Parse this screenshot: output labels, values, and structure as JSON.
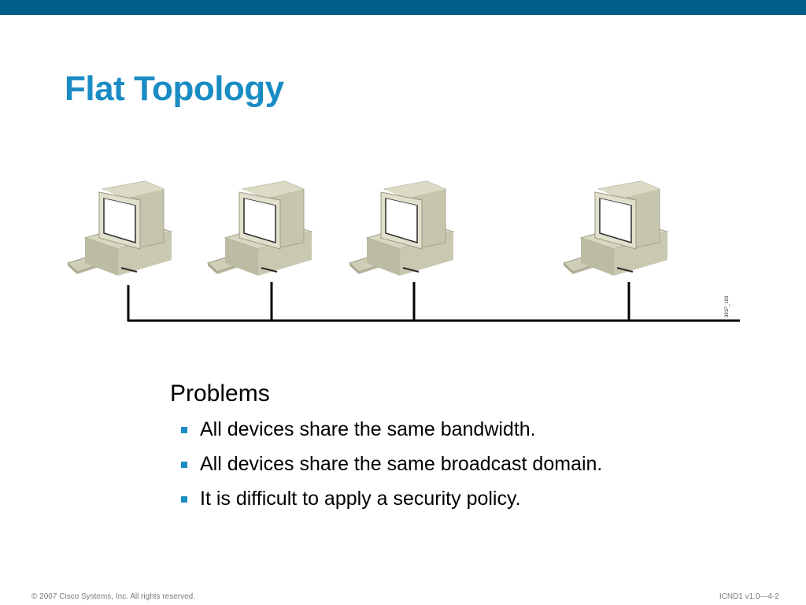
{
  "slide": {
    "title": "Flat Topology",
    "figure_id": "391P_183",
    "problems": {
      "heading": "Problems",
      "bullets": [
        "All devices share the same bandwidth.",
        "All devices share the same broadcast domain.",
        "It is difficult to apply a security policy."
      ]
    },
    "footer": {
      "copyright": "© 2007 Cisco Systems, Inc. All rights reserved.",
      "course": "ICND1 v1.0—4-2"
    }
  },
  "colors": {
    "top_bar": "#005f8a",
    "title": "#1a8cc4",
    "bullet": "#1a8cc4",
    "computer_body": "#c8c8b0",
    "network_line": "#000000"
  },
  "icons": {
    "computer": "desktop-computer-icon"
  }
}
